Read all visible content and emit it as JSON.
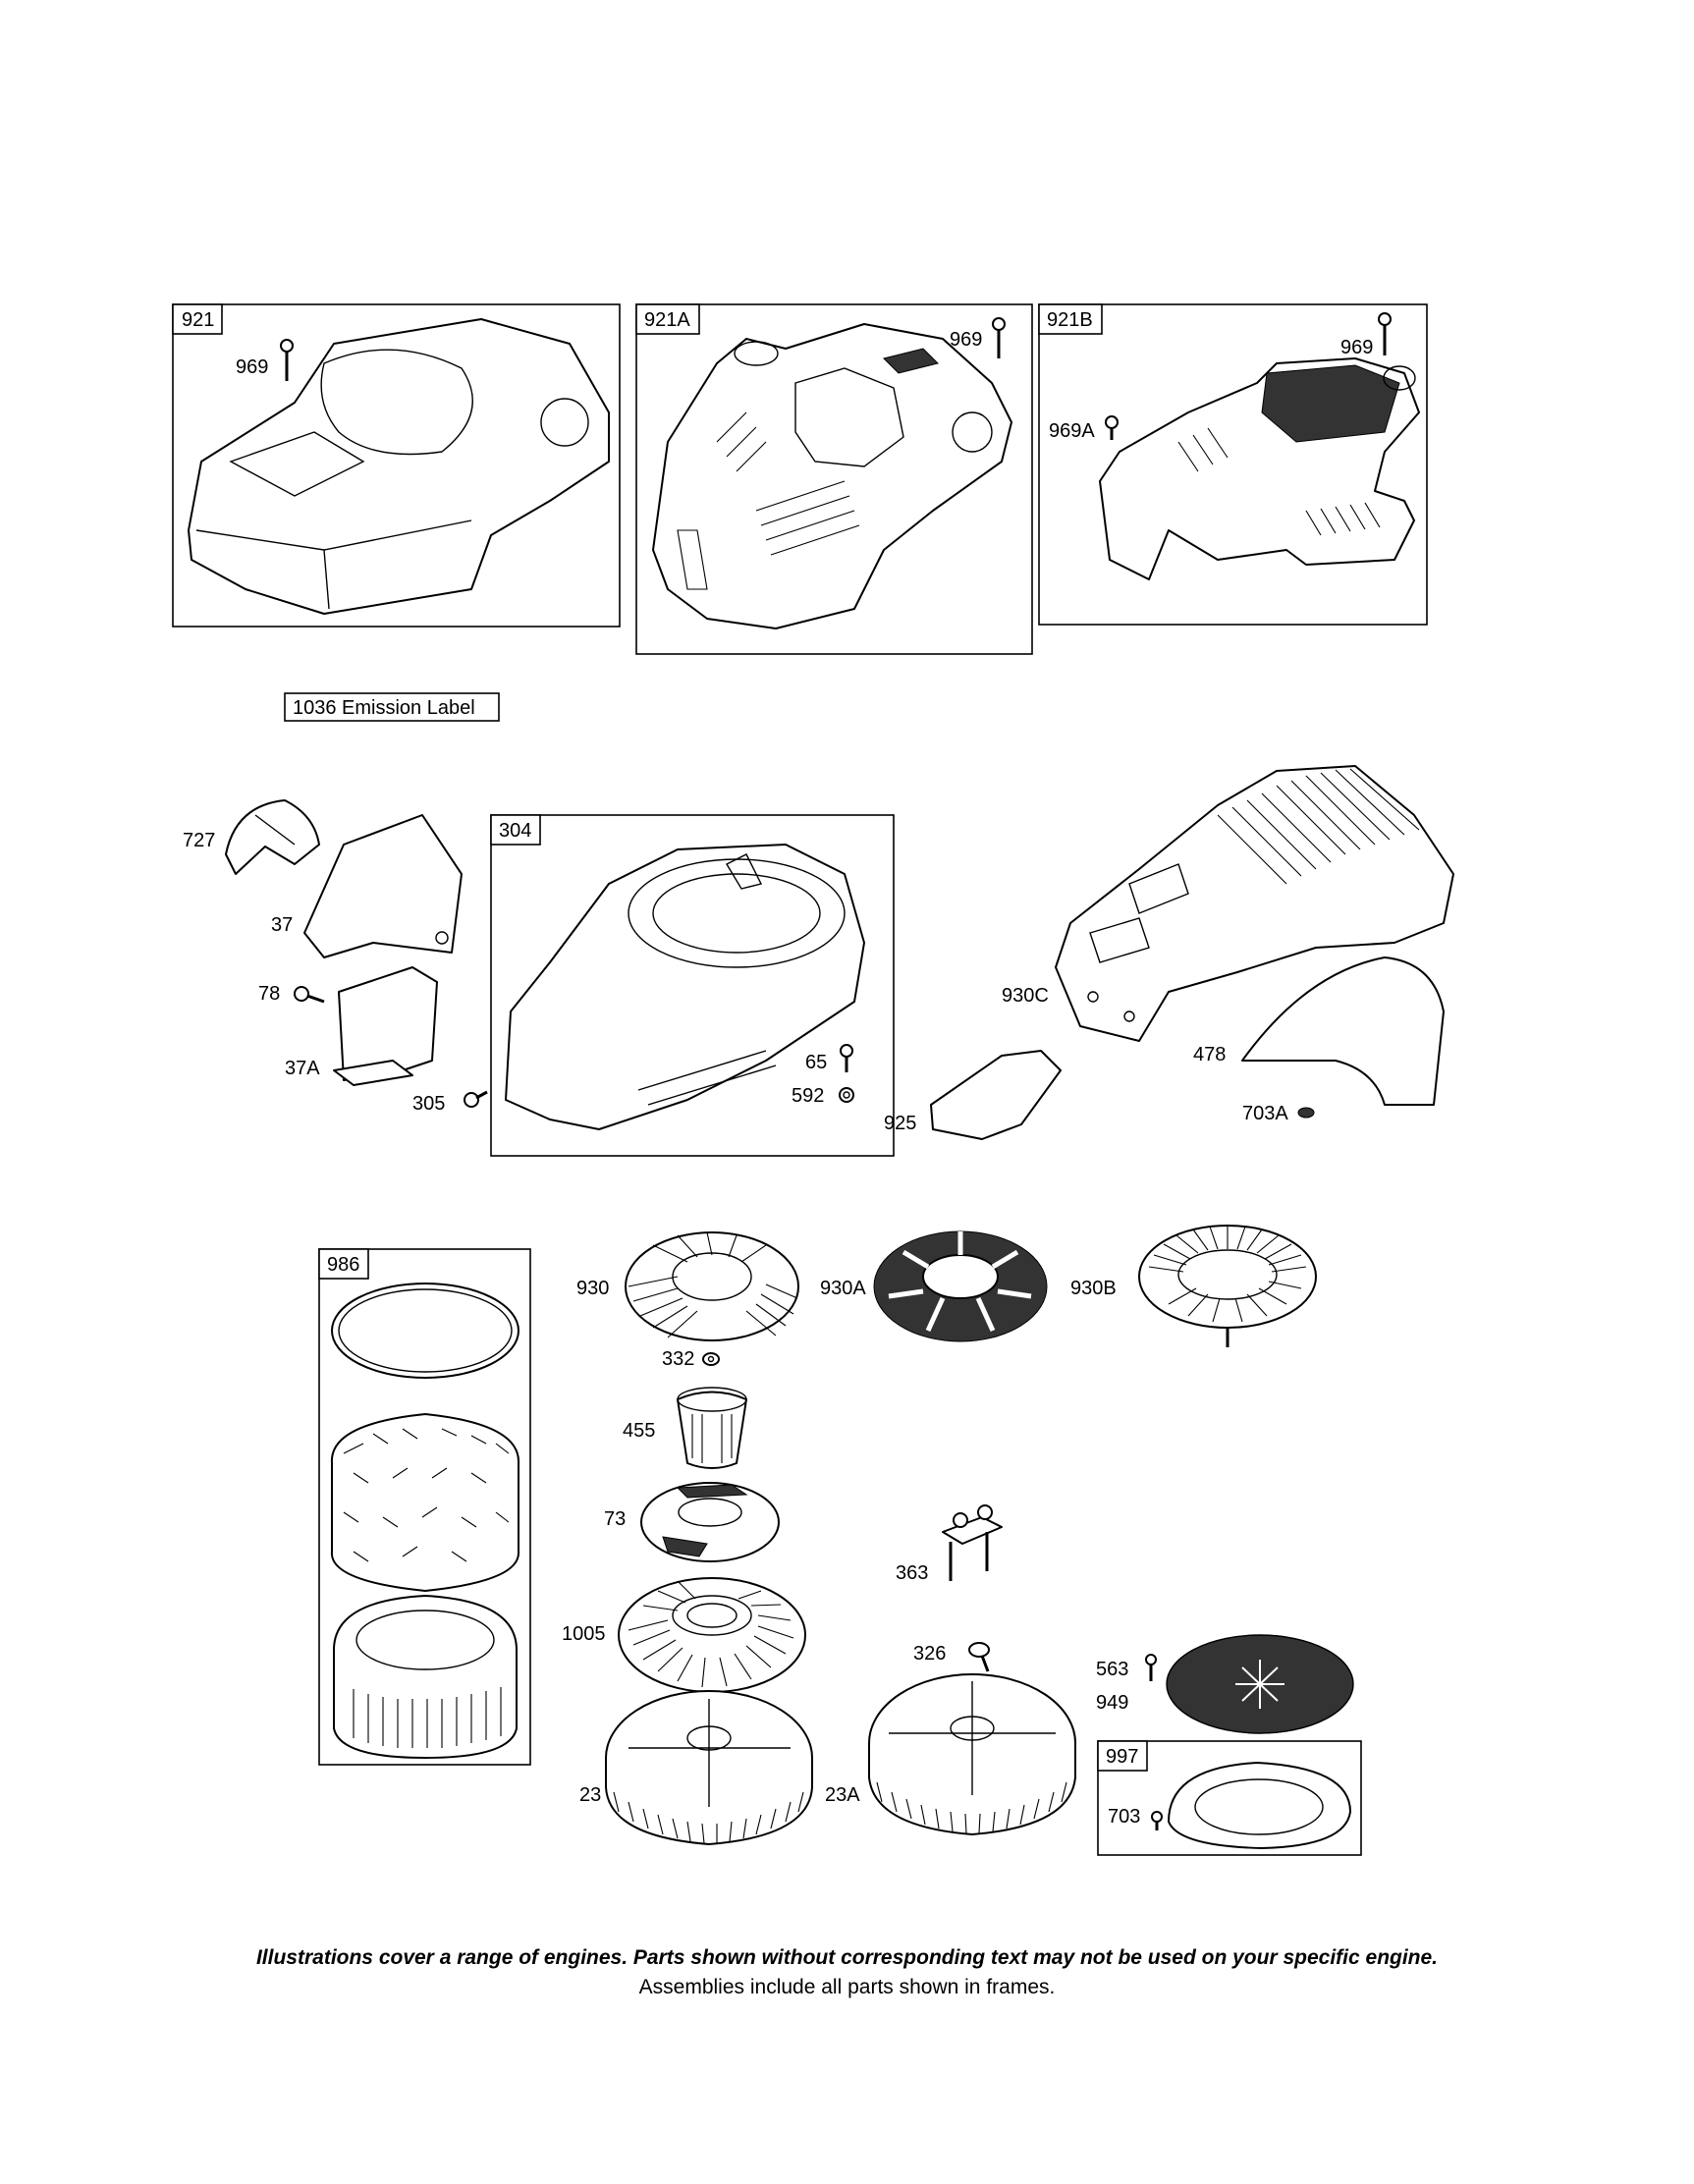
{
  "frames": {
    "f921": "921",
    "f921A": "921A",
    "f921B": "921B",
    "f304": "304",
    "f986": "986",
    "f997": "997"
  },
  "emission_label": "1036 Emission Label",
  "labels": {
    "l969a": "969",
    "l969b": "969",
    "l969c": "969",
    "l969A": "969A",
    "l727": "727",
    "l37": "37",
    "l78": "78",
    "l37A": "37A",
    "l305": "305",
    "l65": "65",
    "l592": "592",
    "l930C": "930C",
    "l478": "478",
    "l925": "925",
    "l703A": "703A",
    "l930": "930",
    "l930A": "930A",
    "l930B": "930B",
    "l332": "332",
    "l455": "455",
    "l73": "73",
    "l1005": "1005",
    "l23": "23",
    "l23A": "23A",
    "l363": "363",
    "l326": "326",
    "l563": "563",
    "l949": "949",
    "l703": "703"
  },
  "footer": {
    "note": "Illustrations cover a range of engines. Parts shown without corresponding text may not be used on your specific engine.",
    "assemblies": "Assemblies include all parts shown in frames."
  }
}
